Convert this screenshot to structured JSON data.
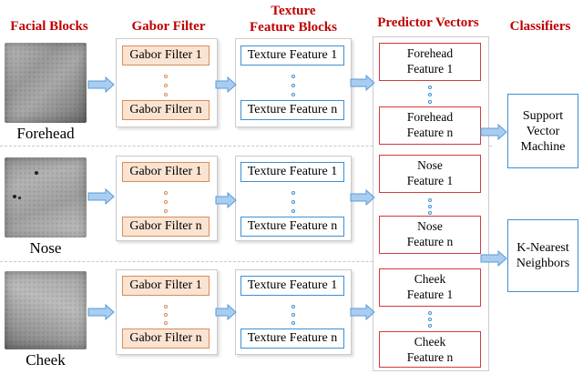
{
  "headers": {
    "facial_blocks": "Facial Blocks",
    "gabor_filter": "Gabor Filter",
    "texture_line1": "Texture",
    "texture_line2": "Feature Blocks",
    "predictor_vectors": "Predictor Vectors",
    "classifiers": "Classifiers"
  },
  "rows": [
    {
      "label": "Forehead",
      "gabor_first": "Gabor Filter 1",
      "gabor_last": "Gabor Filter n",
      "texture_first": "Texture Feature 1",
      "texture_last": "Texture Feature n",
      "pred_first_l1": "Forehead",
      "pred_first_l2": "Feature 1",
      "pred_last_l1": "Forehead",
      "pred_last_l2": "Feature n"
    },
    {
      "label": "Nose",
      "gabor_first": "Gabor Filter 1",
      "gabor_last": "Gabor Filter n",
      "texture_first": "Texture Feature 1",
      "texture_last": "Texture Feature n",
      "pred_first_l1": "Nose",
      "pred_first_l2": "Feature 1",
      "pred_last_l1": "Nose",
      "pred_last_l2": "Feature n"
    },
    {
      "label": "Cheek",
      "gabor_first": "Gabor Filter 1",
      "gabor_last": "Gabor Filter n",
      "texture_first": "Texture Feature 1",
      "texture_last": "Texture Feature n",
      "pred_first_l1": "Cheek",
      "pred_first_l2": "Feature 1",
      "pred_last_l1": "Cheek",
      "pred_last_l2": "Feature n"
    }
  ],
  "classifiers": [
    {
      "l1": "Support",
      "l2": "Vector",
      "l3": "Machine"
    },
    {
      "l1": "K-Nearest",
      "l2": "Neighbors"
    }
  ],
  "colors": {
    "header": "#c00000",
    "gabor_fill": "#fbe3d2",
    "gabor_border": "#d98c5a",
    "texture_border": "#3f8fd1",
    "predictor_border": "#d43a3a",
    "arrow_fill": "#a9cdf0",
    "arrow_stroke": "#5b9bd5"
  }
}
